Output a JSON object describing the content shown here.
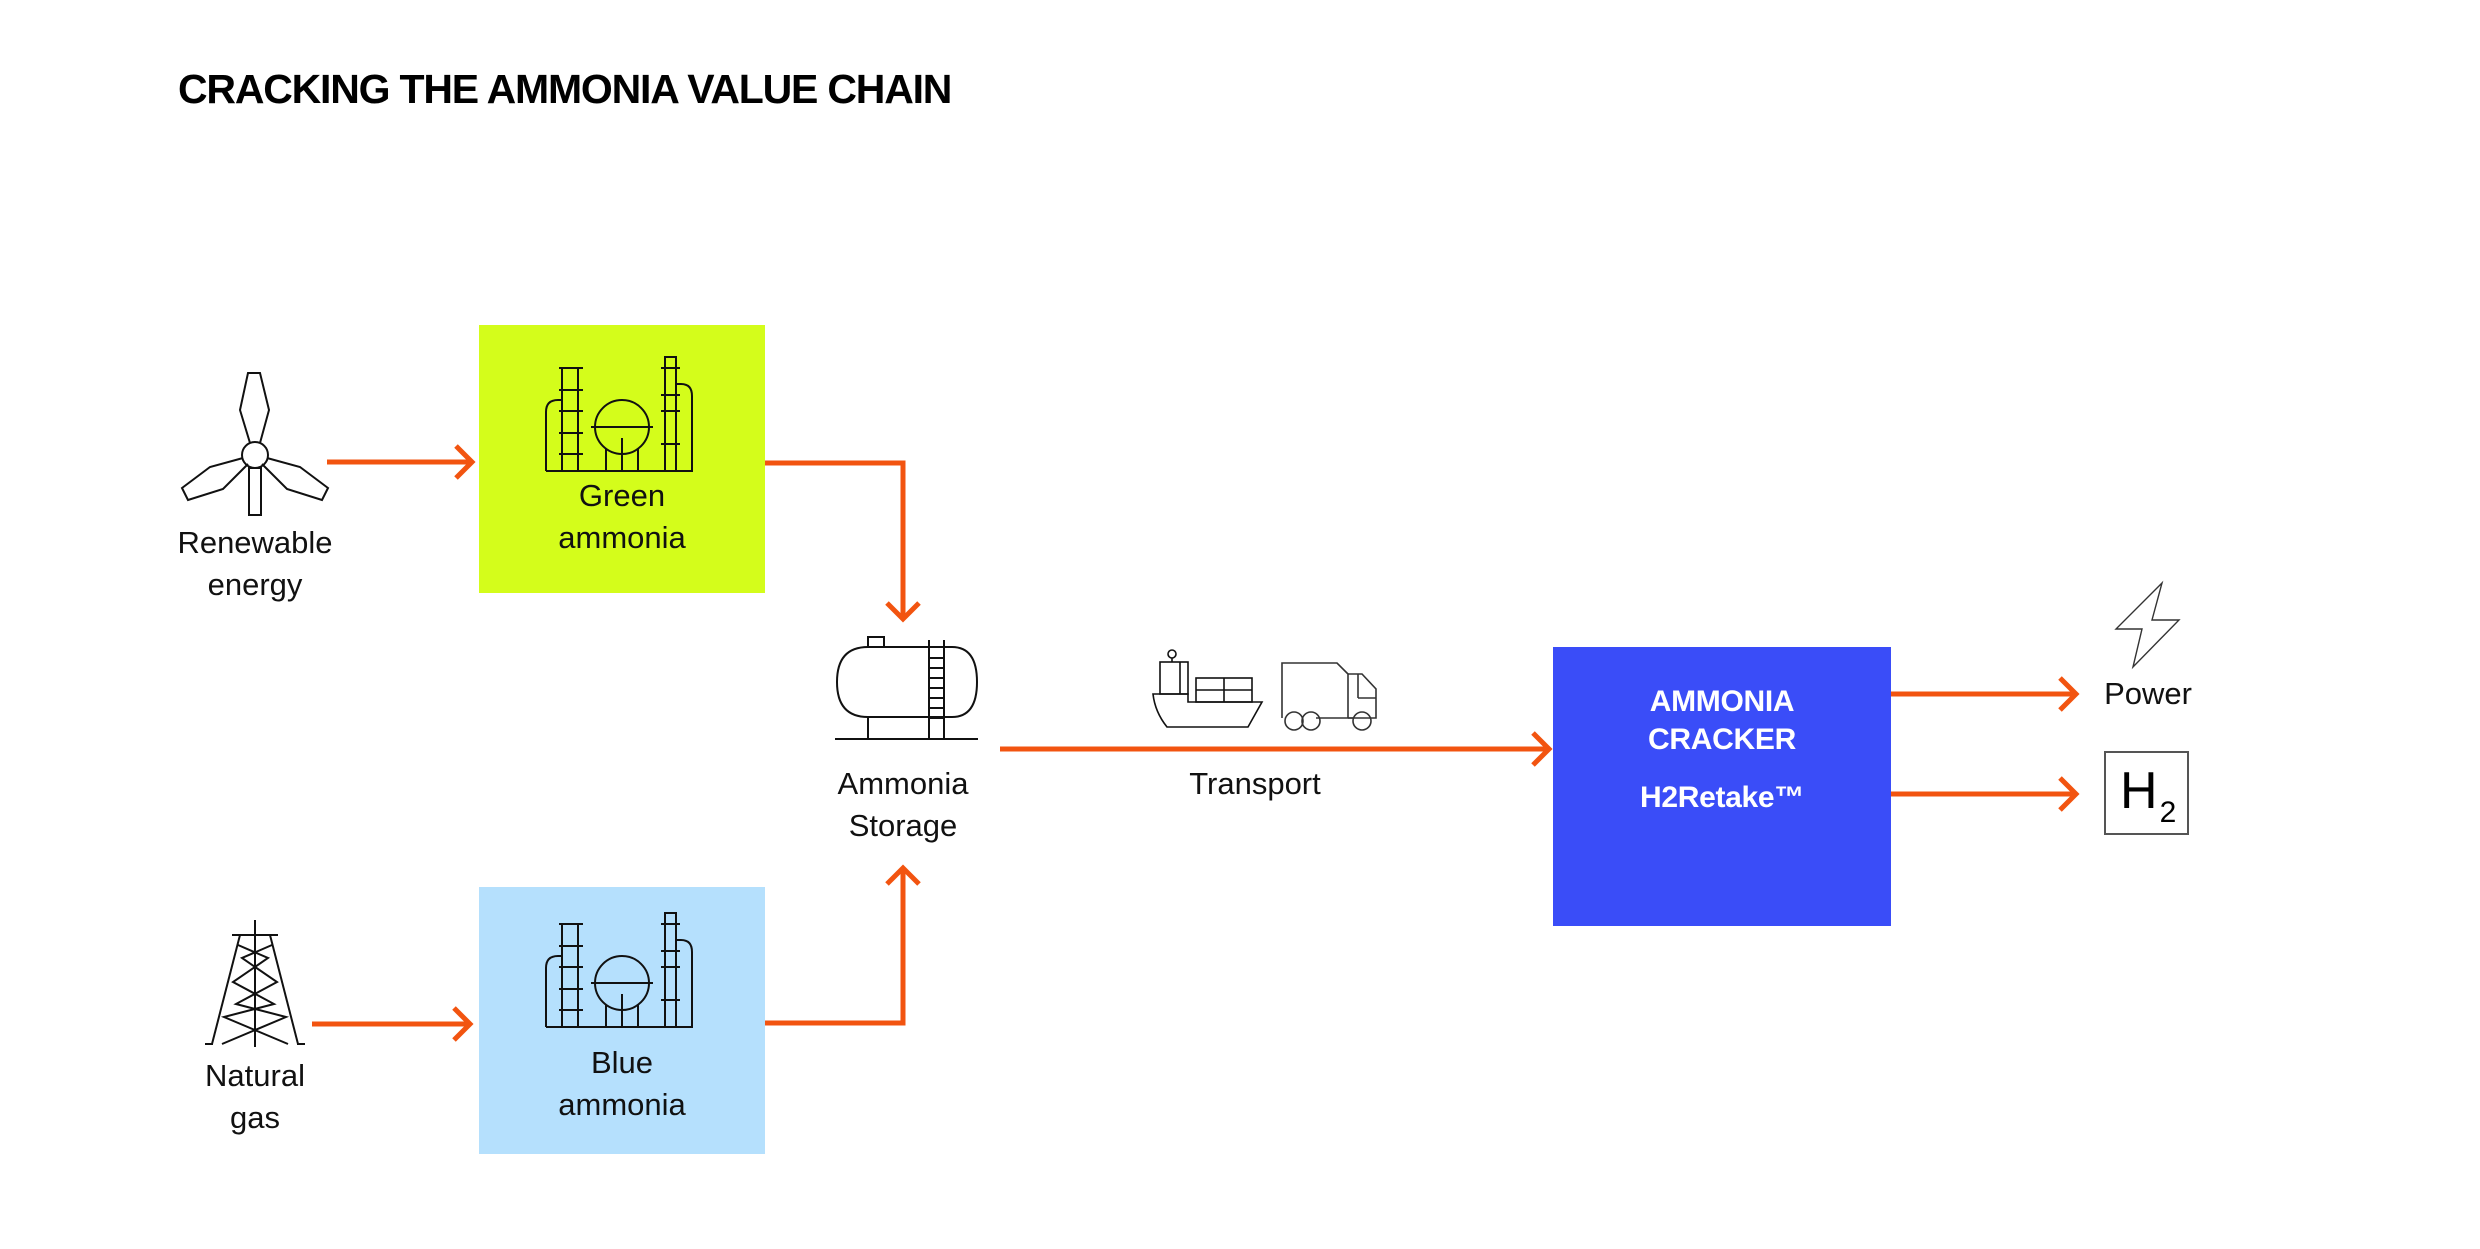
{
  "title": "CRACKING THE AMMONIA VALUE CHAIN",
  "colors": {
    "arrow": "#F25410",
    "green_ammonia": "#D4FD1B",
    "blue_ammonia": "#B5E0FD",
    "cracker": "#3A4DF8",
    "icon_stroke": "#111111"
  },
  "nodes": {
    "renewable": {
      "icon": "wind-turbine-icon",
      "line1": "Renewable",
      "line2": "energy"
    },
    "natural_gas": {
      "icon": "gas-derrick-icon",
      "line1": "Natural",
      "line2": "gas"
    },
    "green_ammonia": {
      "icon": "chemical-plant-icon",
      "line1": "Green",
      "line2": "ammonia"
    },
    "blue_ammonia": {
      "icon": "chemical-plant-icon",
      "line1": "Blue",
      "line2": "ammonia"
    },
    "storage": {
      "icon": "storage-tank-icon",
      "line1": "Ammonia",
      "line2": "Storage"
    },
    "transport": {
      "icons": [
        "cargo-ship-icon",
        "truck-icon"
      ],
      "label": "Transport"
    },
    "cracker": {
      "line1": "AMMONIA",
      "line2": "CRACKER",
      "product": "H2Retake™"
    },
    "power": {
      "icon": "lightning-bolt-icon",
      "label": "Power"
    },
    "hydrogen": {
      "symbol": "H",
      "subscript": "2"
    }
  },
  "edges": [
    {
      "from": "Renewable energy",
      "to": "Green ammonia"
    },
    {
      "from": "Natural gas",
      "to": "Blue ammonia"
    },
    {
      "from": "Green ammonia",
      "to": "Ammonia Storage"
    },
    {
      "from": "Blue ammonia",
      "to": "Ammonia Storage"
    },
    {
      "from": "Ammonia Storage",
      "to": "Ammonia Cracker",
      "label": "Transport"
    },
    {
      "from": "Ammonia Cracker",
      "to": "Power"
    },
    {
      "from": "Ammonia Cracker",
      "to": "H2"
    }
  ]
}
